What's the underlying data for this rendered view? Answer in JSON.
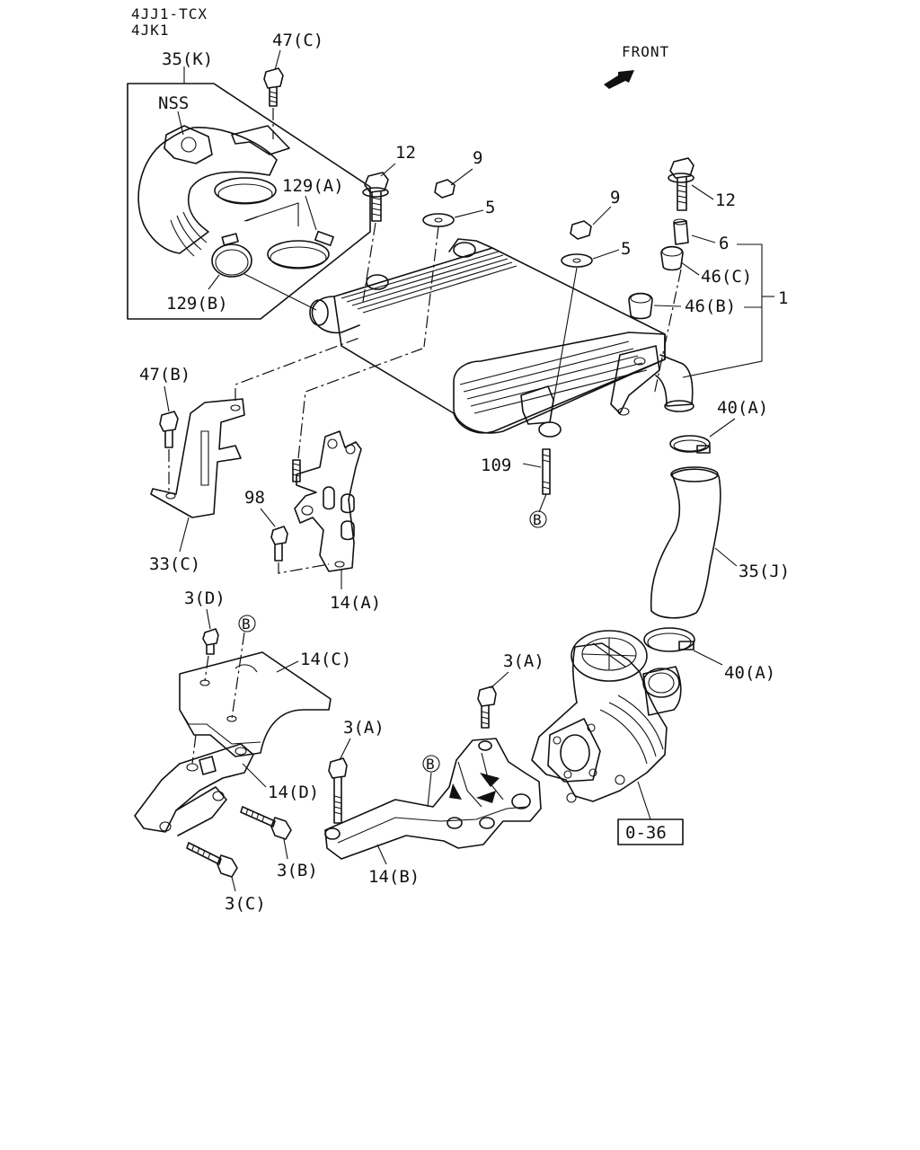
{
  "header": {
    "model_line_1": "4JJ1-TCX",
    "model_line_2": "4JK1"
  },
  "front_label": "FRONT",
  "nss_label": "NSS",
  "callouts": {
    "p47C": "47(C)",
    "p35K": "35(K)",
    "p12a": "12",
    "p9a": "9",
    "p5a": "5",
    "p129A": "129(A)",
    "p129B": "129(B)",
    "p9b": "9",
    "p5b": "5",
    "p12b": "12",
    "p6": "6",
    "p46C": "46(C)",
    "p1": "1",
    "p46B": "46(B)",
    "p47B": "47(B)",
    "p40Aa": "40(A)",
    "p109": "109",
    "p98": "98",
    "p33C": "33(C)",
    "p35J": "35(J)",
    "p14A": "14(A)",
    "p3D": "3(D)",
    "p14C": "14(C)",
    "p40Ab": "40(A)",
    "p3Aa": "3(A)",
    "p3Ab": "3(A)",
    "p14D": "14(D)",
    "p3B": "3(B)",
    "p14B": "14(B)",
    "p3C": "3(C)"
  },
  "ref_markers": {
    "b1": "B",
    "b2": "B",
    "b3": "B"
  },
  "ref_box": "0-36"
}
